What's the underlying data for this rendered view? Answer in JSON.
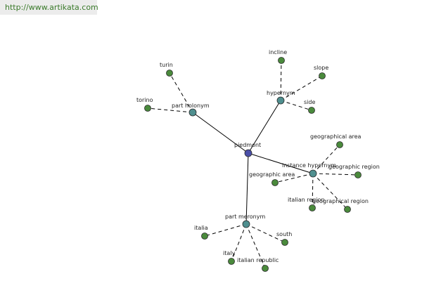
{
  "banner": {
    "url": "http://www.artikata.com"
  },
  "colors": {
    "root": "#4a4fa8",
    "relation": "#4f8f8f",
    "leaf": "#4a8a3c"
  },
  "graph": {
    "root": "piedmont",
    "relations": [
      {
        "id": "part-holonym",
        "label": "part holonym",
        "terms": [
          "turin",
          "torino"
        ]
      },
      {
        "id": "hypernym",
        "label": "hypernym",
        "terms": [
          "incline",
          "slope",
          "side"
        ]
      },
      {
        "id": "instance-hypernym",
        "label": "instance hypernym",
        "terms": [
          "geographical area",
          "geographic region",
          "geographical region",
          "italian region",
          "geographic area"
        ]
      },
      {
        "id": "part-meronym",
        "label": "part meronym",
        "terms": [
          "italia",
          "italy",
          "italian republic",
          "south"
        ]
      }
    ]
  }
}
